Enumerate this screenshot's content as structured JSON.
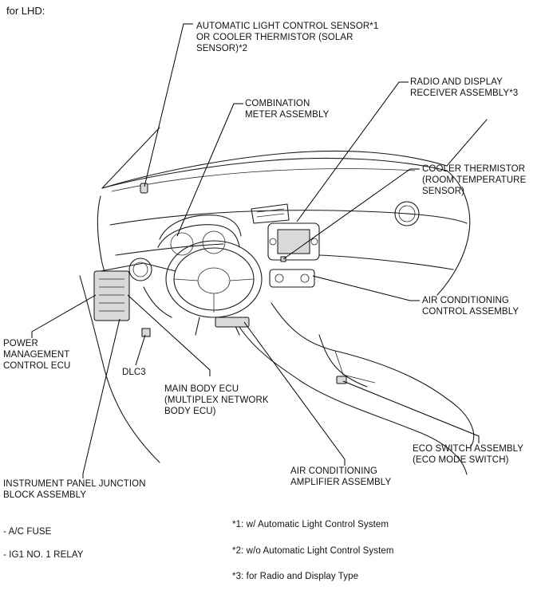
{
  "header": "for LHD:",
  "labels": {
    "auto_light_sensor": "AUTOMATIC LIGHT CONTROL SENSOR*1\nOR COOLER THERMISTOR (SOLAR\nSENSOR)*2",
    "radio_display": "RADIO AND DISPLAY\nRECEIVER ASSEMBLY*3",
    "combination_meter": "COMBINATION\nMETER ASSEMBLY",
    "cooler_thermistor": "COOLER THERMISTOR\n(ROOM TEMPERATURE\nSENSOR)",
    "ac_control": "AIR CONDITIONING\nCONTROL ASSEMBLY",
    "power_mgmt_ecu": "POWER\nMANAGEMENT\nCONTROL ECU",
    "dlc3": "DLC3",
    "main_body_ecu": "MAIN BODY ECU\n(MULTIPLEX NETWORK\nBODY ECU)",
    "eco_switch": "ECO SWITCH ASSEMBLY\n(ECO MODE SWITCH)",
    "ac_amplifier": "AIR CONDITIONING\nAMPLIFIER ASSEMBLY",
    "ip_junction_block": "INSTRUMENT PANEL JUNCTION\nBLOCK ASSEMBLY"
  },
  "junction_items": [
    "- A/C FUSE",
    "- IG1 NO. 1 RELAY"
  ],
  "footnotes": [
    "*1: w/ Automatic Light Control System",
    "*2: w/o Automatic Light Control System",
    "*3: for Radio and Display Type"
  ]
}
